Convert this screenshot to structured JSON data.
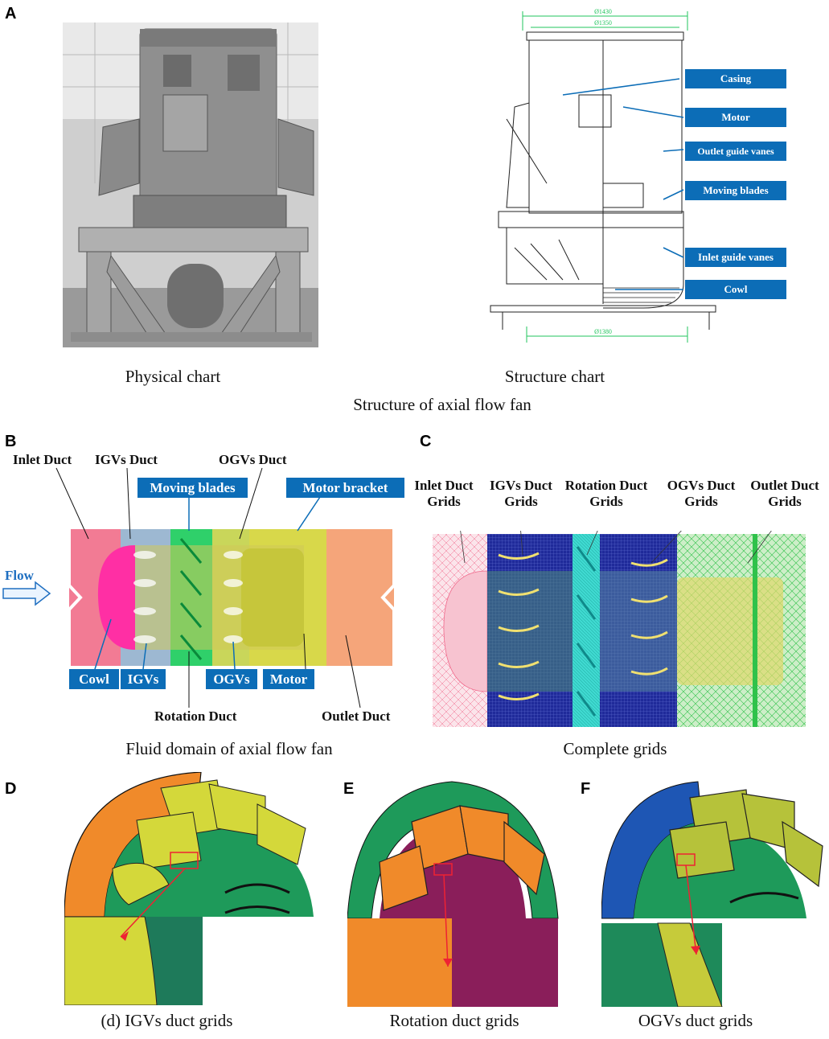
{
  "panels": {
    "a": "A",
    "b": "B",
    "c": "C",
    "d": "D",
    "e": "E",
    "f": "F"
  },
  "panel_a": {
    "physical_caption": "Physical chart",
    "structure_caption": "Structure chart",
    "group_caption": "Structure of axial flow fan",
    "dims": {
      "top1": "Ø1430",
      "top2": "Ø1350",
      "bottom": "Ø1380"
    },
    "labels": {
      "casing": "Casing",
      "motor": "Motor",
      "ogv": "Outlet guide vanes",
      "moving": "Moving blades",
      "igv": "Inlet guide vanes",
      "cowl": "Cowl"
    }
  },
  "panel_b": {
    "caption": "Fluid domain of axial flow fan",
    "inlet_duct": "Inlet Duct",
    "igvs_duct": "IGVs Duct",
    "ogvs_duct": "OGVs Duct",
    "moving_blades": "Moving blades",
    "motor_bracket": "Motor  bracket",
    "flow": "Flow",
    "cowl": "Cowl",
    "igvs": "IGVs",
    "ogvs": "OGVs",
    "motor": "Motor",
    "rotation_duct": "Rotation Duct",
    "outlet_duct": "Outlet Duct"
  },
  "panel_c": {
    "caption": "Complete grids",
    "inlet_l1": "Inlet Duct",
    "inlet_l2": "Grids",
    "igvs_l1": "IGVs Duct",
    "igvs_l2": "Grids",
    "rot_l1": "Rotation Duct",
    "rot_l2": "Grids",
    "ogvs_l1": "OGVs Duct",
    "ogvs_l2": "Grids",
    "outlet_l1": "Outlet Duct",
    "outlet_l2": "Grids"
  },
  "panel_d": {
    "caption": "(d) IGVs duct grids"
  },
  "panel_e": {
    "caption": "Rotation duct grids"
  },
  "panel_f": {
    "caption": "OGVs duct grids"
  },
  "colors": {
    "label_blue": "#0c6db7",
    "inlet_pink": "#f27b94",
    "outlet_orange": "#f5a57a",
    "motor_yellow": "#d8d84a",
    "rotation_green": "#2fd06a",
    "mesh_blue": "#1f2a9a",
    "mesh_cyan": "#3fd9d0",
    "mesh_green": "#2fc24a",
    "grid_orange": "#f08a2a",
    "grid_green": "#1e9a5a",
    "grid_yellow": "#d4d83a",
    "grid_purple": "#8a1e5a",
    "grid_blue": "#1e56b4"
  }
}
